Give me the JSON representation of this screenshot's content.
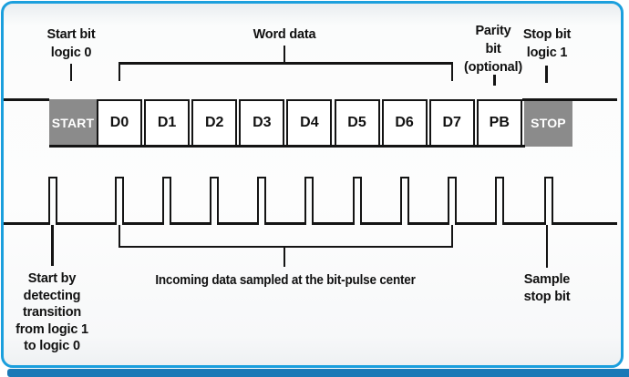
{
  "frame": {
    "bits": [
      {
        "label": "START",
        "type": "control"
      },
      {
        "label": "D0",
        "type": "data"
      },
      {
        "label": "D1",
        "type": "data"
      },
      {
        "label": "D2",
        "type": "data"
      },
      {
        "label": "D3",
        "type": "data"
      },
      {
        "label": "D4",
        "type": "data"
      },
      {
        "label": "D5",
        "type": "data"
      },
      {
        "label": "D6",
        "type": "data"
      },
      {
        "label": "D7",
        "type": "data"
      },
      {
        "label": "PB",
        "type": "data"
      },
      {
        "label": "STOP",
        "type": "control"
      }
    ]
  },
  "annotations": {
    "start_bit": [
      "Start bit",
      "logic 0"
    ],
    "word_data": "Word data",
    "parity_bit": [
      "Parity",
      "bit",
      "(optional)"
    ],
    "stop_bit": [
      "Stop bit",
      "logic 1"
    ],
    "start_detect": [
      "Start by",
      "detecting",
      "transition",
      "from logic 1",
      "to logic 0"
    ],
    "sampled_center": "Incoming data sampled at the bit-pulse center",
    "sample_stop": [
      "Sample",
      "stop bit"
    ]
  },
  "colors": {
    "card_border": "#1b9fdd",
    "accent_strip": "#1a79b6",
    "control_box": "#8b8b8b",
    "line": "#141414"
  }
}
